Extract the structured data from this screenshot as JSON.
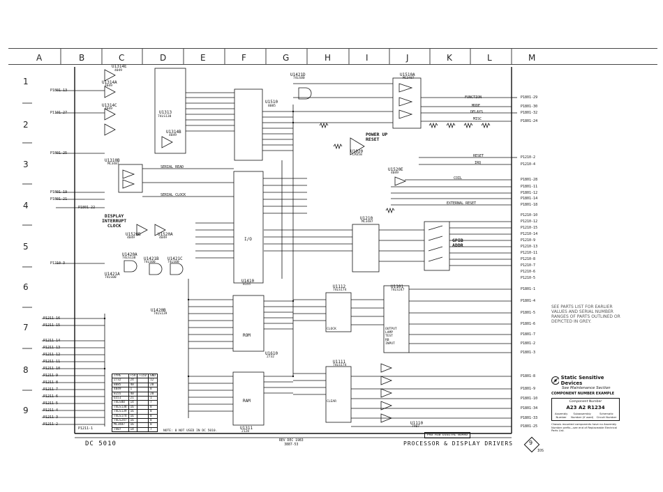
{
  "grid": {
    "columns": [
      "A",
      "B",
      "C",
      "D",
      "E",
      "F",
      "G",
      "H",
      "I",
      "J",
      "K",
      "L",
      "M"
    ],
    "rows": [
      "1",
      "2",
      "3",
      "4",
      "5",
      "6",
      "7",
      "8",
      "9"
    ]
  },
  "chips": [
    {
      "id": "U1314E",
      "part": "4049"
    },
    {
      "id": "U1314A",
      "part": "4049"
    },
    {
      "id": "U1314C",
      "part": "4049"
    },
    {
      "id": "U1313",
      "part": "74LS138"
    },
    {
      "id": "U1314B",
      "part": "4049"
    },
    {
      "id": "U1510",
      "part": "8085"
    },
    {
      "id": "U1421D",
      "part": "74LS00"
    },
    {
      "id": "U1510A",
      "part": "MC3487"
    },
    {
      "id": "U1020",
      "part": "LM358"
    },
    {
      "id": "U1310B",
      "part": "MC3487"
    },
    {
      "id": "U1520E",
      "part": "4049"
    },
    {
      "id": "U1410",
      "part": "8155"
    },
    {
      "id": "U1210",
      "part": "MC3487"
    },
    {
      "id": "U1520B",
      "part": "4049"
    },
    {
      "id": "U1520A",
      "part": "4049"
    },
    {
      "id": "U1420A",
      "part": "74LS138"
    },
    {
      "id": "U1421B",
      "part": "74LS00"
    },
    {
      "id": "U1421C",
      "part": "74LS00"
    },
    {
      "id": "U1421A",
      "part": "74LS00"
    },
    {
      "id": "U1420B",
      "part": "74LS139"
    },
    {
      "id": "U1112",
      "part": "74LS174"
    },
    {
      "id": "U1101",
      "part": "74LS247"
    },
    {
      "id": "U1610",
      "part": "2732"
    },
    {
      "id": "U1111",
      "part": "74LS174"
    },
    {
      "id": "U1311",
      "part": "2128"
    },
    {
      "id": "U1110",
      "part": "7407"
    }
  ],
  "signals": {
    "left": [
      "P1801-13",
      "P1101-27",
      "P1801-25",
      "P1801-19",
      "P1801-21",
      "P1801-22",
      "P1210-3",
      "P1211-16",
      "P1211-15",
      "P1211-14",
      "P1211-13",
      "P1211-12",
      "P1211-11",
      "P1211-10",
      "P1211-9",
      "P1211-8",
      "P1211-7",
      "P1211-6",
      "P1211-5",
      "P1211-4",
      "P1211-3",
      "P1211-2",
      "P1211-1"
    ],
    "right": [
      "P1801-29",
      "P1801-30",
      "P1801-32",
      "P1801-24",
      "P1210-2",
      "P1210-4",
      "P1801-28",
      "P1801-11",
      "P1801-12",
      "P1801-14",
      "P1801-18",
      "P1210-10",
      "P1210-12",
      "P1210-15",
      "P1210-14",
      "P1210-9",
      "P1210-13",
      "P1210-11",
      "P1210-8",
      "P1210-7",
      "P1210-6",
      "P1210-5",
      "P1801-1",
      "P1801-4",
      "P1801-5",
      "P1801-6",
      "P1801-7",
      "P1801-2",
      "P1801-3",
      "P1801-8",
      "P1801-9",
      "P1801-10",
      "P1801-34",
      "P1801-33",
      "P1801-25"
    ]
  },
  "labels": {
    "function": "FUNCTION",
    "mode": "MODE",
    "delays": "DELAYS",
    "misc": "MISC",
    "reset": "RESET",
    "irq": "IRQ",
    "coil": "COIL",
    "power_up_reset": "POWER UP\nRESET",
    "display_interrupt_clock": "DISPLAY\nINTERRUPT\nCLOCK",
    "gpib_addr": "GPIB\nADDR",
    "external_reset": "EXTERNAL RESET",
    "serial_read": "SERIAL READ",
    "serial_clock": "SERIAL CLOCK",
    "rom": "ROM",
    "ram": "RAM",
    "io": "I/O",
    "output_lamp_test": "OUTPUT\nLAMP\nTEST",
    "rb_input": "RB\nINPUT",
    "clock": "CLOCK",
    "clear": "CLEAR"
  },
  "table": {
    "headers": [
      "TYPE",
      "+5V",
      "+15V",
      "GND"
    ],
    "rows": [
      [
        "2732",
        "24",
        "",
        "12"
      ],
      [
        "8085",
        "40",
        "",
        "20"
      ],
      [
        "4049",
        "1",
        "",
        "8"
      ],
      [
        "8155",
        "40",
        "",
        "20"
      ],
      [
        "6551",
        "21",
        "",
        "1"
      ],
      [
        "74LS00",
        "14",
        "",
        "7"
      ],
      [
        "74LS138",
        "16",
        "",
        "8"
      ],
      [
        "74LS139",
        "16",
        "",
        "8"
      ],
      [
        "74LS174",
        "16",
        "",
        "8"
      ],
      [
        "74LS247",
        "16",
        "",
        "8"
      ],
      [
        "MC3487",
        "16",
        "",
        "8"
      ],
      [
        "7407",
        "14",
        "",
        "7"
      ]
    ]
  },
  "note_bottom": "NOTE: 0 NOT USED IN DC 5010.",
  "title_left": "DC 5010",
  "title_right": "PROCESSOR & DISPLAY DRIVERS",
  "rev": "REV DEC 1983\n3887-53",
  "board": "PVD A10 DIGITAL BOARD",
  "grey_note": "SEE PARTS LIST FOR EARLIER VALUES AND SERIAL NUMBER RANGES OF PARTS OUTLINED OR DEPICTED IN GREY.",
  "static": {
    "title": "Static Sensitive Devices",
    "sub": "See Maintenance Section",
    "example_title": "COMPONENT NUMBER EXAMPLE",
    "component_number_label": "Component Number",
    "component_number": "A23 A2 R1234",
    "assembly_number": "Assembly Number",
    "subassembly_number": "Subassembly Number (if used)",
    "schematic_circuit_number": "Schematic Circuit Number",
    "footnote": "Chassis mounted components have no Assembly Number prefix—see end of Replaceable Electrical Parts List."
  },
  "sheet_number": "9",
  "page_ref": "IOS"
}
